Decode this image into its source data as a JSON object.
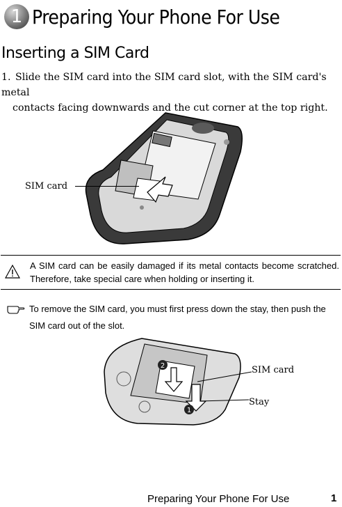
{
  "chapter": {
    "number": "1",
    "title": "Preparing Your Phone For Use"
  },
  "section": {
    "title": "Inserting a SIM Card"
  },
  "step": {
    "number": "1.",
    "line1": "Slide the SIM card into the SIM card slot, with the SIM card's metal",
    "line2": "contacts facing downwards and the cut corner at the top right."
  },
  "figure1": {
    "label": "SIM card"
  },
  "warning": {
    "icon": "warning-triangle-icon",
    "text": "A SIM card can be easily damaged if its metal contacts become scratched. Therefore, take special care when holding or inserting it."
  },
  "note": {
    "icon": "pointing-hand-icon",
    "text": "To remove the SIM card, you must first press down the stay, then push the SIM card out of the slot."
  },
  "figure2": {
    "label_sim": "SIM card",
    "label_stay": "Stay",
    "marker1": "1",
    "marker2": "2"
  },
  "footer": {
    "title": "Preparing Your Phone For Use",
    "page": "1"
  }
}
